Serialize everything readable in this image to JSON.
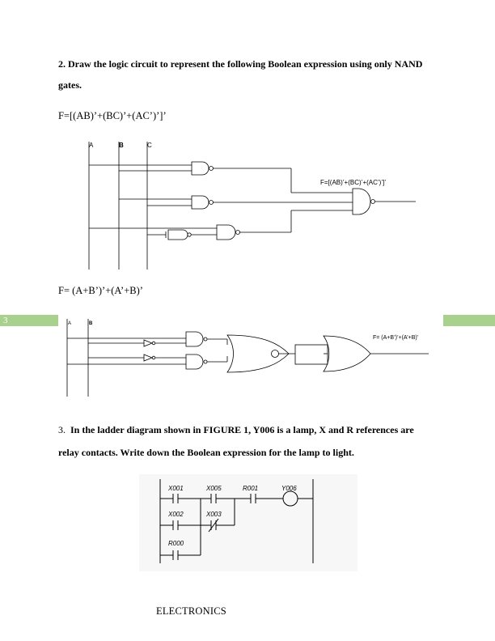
{
  "question2": {
    "line1": "2. Draw the logic circuit to represent the following Boolean expression using only NAND",
    "line2": "gates.",
    "expression": "F=[(AB)’+(BC)’+(AC’)’]’",
    "diagram": {
      "label_a": "A",
      "label_b": "B",
      "label_c": "C",
      "output_label": "F=[(AB)’+(BC)’+(AC’)’]’"
    }
  },
  "question2b": {
    "expression": "F= (A+B’)’+(A’+B)’",
    "diagram": {
      "label_a": "A",
      "label_b": "B",
      "output_label": "F= (A+B’)’+(A’+B)’"
    }
  },
  "page_marker": {
    "number": "3",
    "color": "#a9d18e"
  },
  "question3": {
    "number": "3.",
    "line1": "In the ladder diagram shown in FIGURE 1, Y006 is a lamp, X and R references are",
    "line2": "relay contacts.  Write down the Boolean expression for the lamp to light.",
    "ladder": {
      "x001": "X001",
      "x005": "X005",
      "r001": "R001",
      "y006": "Y006",
      "x002": "X002",
      "x003": "X003",
      "r000": "R000"
    }
  },
  "footer": {
    "text": "ELECTRONICS"
  }
}
